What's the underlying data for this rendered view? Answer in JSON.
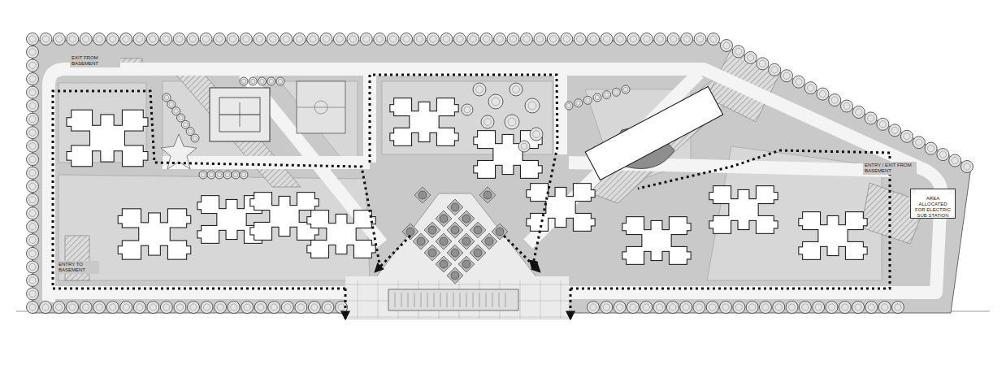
{
  "diagram": {
    "nodes": [
      {
        "text": [
          "AREA ALLOCATED FOR ELECTRIC SUB STATION"
        ]
      }
    ],
    "labels": [
      "EXIT FROM BASEMENT",
      "ENTRY TO BASEMENT",
      "ENTRY / EXIT FROM BASEMENT"
    ]
  }
}
